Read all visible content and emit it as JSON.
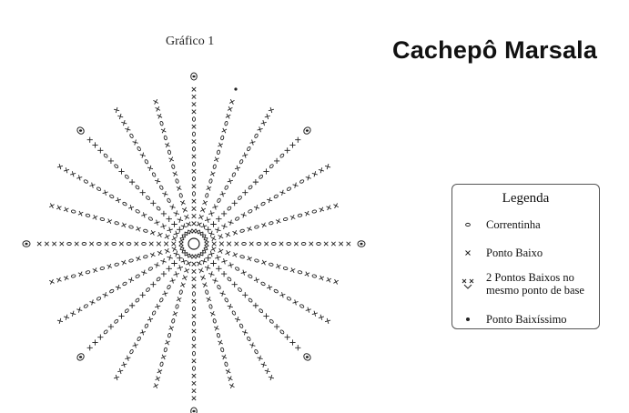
{
  "page": {
    "title": "Cachepô Marsala",
    "diagram_title": "Gráfico 1"
  },
  "legend": {
    "title": "Legenda",
    "items": [
      {
        "symbol_icon": "chain-stitch-icon",
        "label": "Correntinha"
      },
      {
        "symbol_icon": "single-crochet-icon",
        "label": "Ponto Baixo"
      },
      {
        "symbol_icon": "sc-increase-icon",
        "label": "2 Pontos Baixos no mesmo ponto de base"
      },
      {
        "symbol_icon": "slip-stitch-icon",
        "label": "Ponto Baixíssimo"
      }
    ]
  },
  "diagram": {
    "rays": 24,
    "colors": {
      "ink": "#222222"
    }
  }
}
